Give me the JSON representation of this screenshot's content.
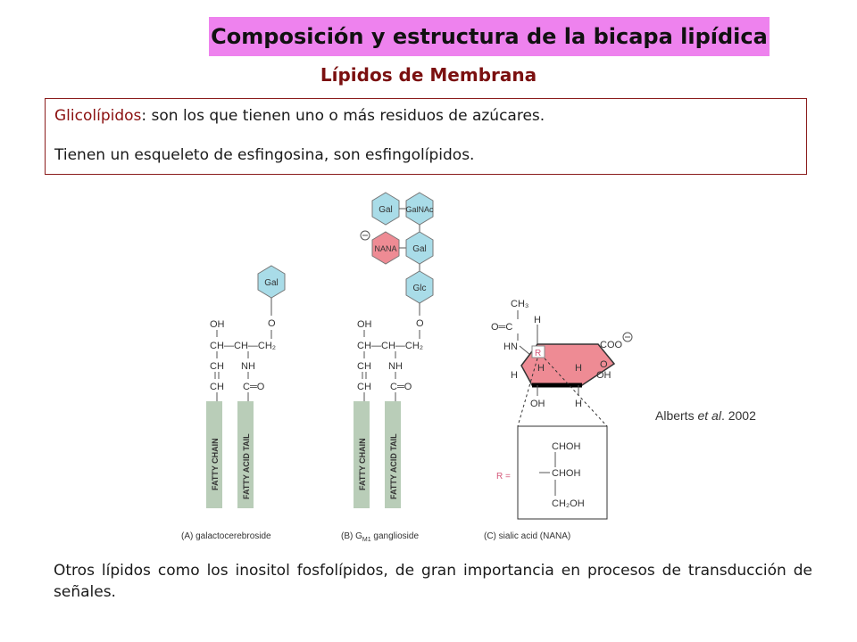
{
  "title": "Composición y estructura de la bicapa lipídica",
  "subtitle": "Lípidos de Membrana",
  "definition": {
    "term": "Glicolípidos",
    "line1_rest": ": son los que tienen uno o más residuos de azúcares.",
    "line2": "Tienen un esqueleto de esfingosina, son esfingolípidos."
  },
  "figure": {
    "panel_a": {
      "sugar": "Gal",
      "chain1": [
        "OH",
        "CH",
        "CH",
        "CH"
      ],
      "bond_line": "—CH—CH₂",
      "nh": "NH",
      "co": "C═O",
      "o_link": "O",
      "fatty_chain": "FATTY CHAIN",
      "fatty_acid_tail": "FATTY ACID TAIL",
      "caption": "(A) galactocerebroside"
    },
    "panel_b": {
      "sugars": [
        "Gal",
        "GalNAc",
        "NANA",
        "Gal",
        "Glc"
      ],
      "caption_prefix": "(B) G",
      "caption_sub": "M1",
      "caption_suffix": " ganglioside"
    },
    "panel_c": {
      "ch3": "CH₃",
      "o_eq_c": "O═C",
      "hn": "HN",
      "h_top": "H",
      "r": "R",
      "coo": "COO",
      "o_ring": "O",
      "h_left": "H",
      "h_mid1": "H",
      "h_mid2": "H",
      "oh_right": "OH",
      "oh_bottom": "OH",
      "h_bottom": "H",
      "r_eq": "R =",
      "choh1": "CHOH",
      "choh2": "CHOH",
      "ch2oh": "CH₂OH",
      "caption": "(C) sialic acid (NANA)"
    }
  },
  "credit": {
    "author": "Alberts ",
    "etal": "et al",
    "year": ". 2002"
  },
  "bottom_text": "Otros lípidos como los inositol fosfolípidos, de gran importancia en procesos de transducción de señales.",
  "colors": {
    "title_bg": "#ee82ee",
    "subtitle": "#7b1010",
    "hex_blue": "#a9dce8",
    "hex_pink": "#ee8b94",
    "tail": "#b9cdb8"
  }
}
